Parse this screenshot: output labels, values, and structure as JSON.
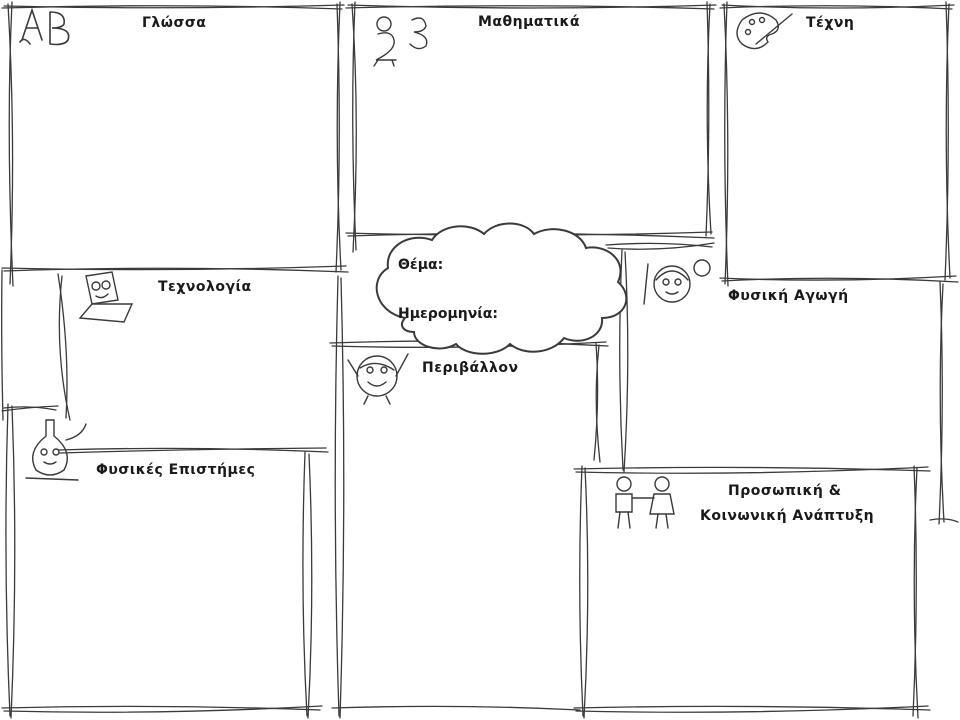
{
  "sections": {
    "language": {
      "label": "Γλώσσα",
      "icon": "ab-letters-icon"
    },
    "math": {
      "label": "Μαθηματικά",
      "icon": "numbers-icon"
    },
    "art": {
      "label": "Τέχνη",
      "icon": "paint-palette-icon"
    },
    "technology": {
      "label": "Τεχνολογία",
      "icon": "laptop-icon"
    },
    "physical_education": {
      "label": "Φυσική Αγωγή",
      "icon": "baseball-icon"
    },
    "environment": {
      "label": "Περιβάλλον",
      "icon": "globe-icon"
    },
    "science": {
      "label": "Φυσικές Επιστήμες",
      "icon": "flask-icon"
    },
    "personal_development": {
      "line1": "Προσωπική &",
      "line2": "Κοινωνική Ανάπτυξη",
      "icon": "children-icon"
    }
  },
  "cloud": {
    "topic_label": "Θέμα:",
    "date_label": "Ημερομηνία:"
  },
  "colors": {
    "line": "#3a3a3a",
    "background": "#ffffff"
  }
}
